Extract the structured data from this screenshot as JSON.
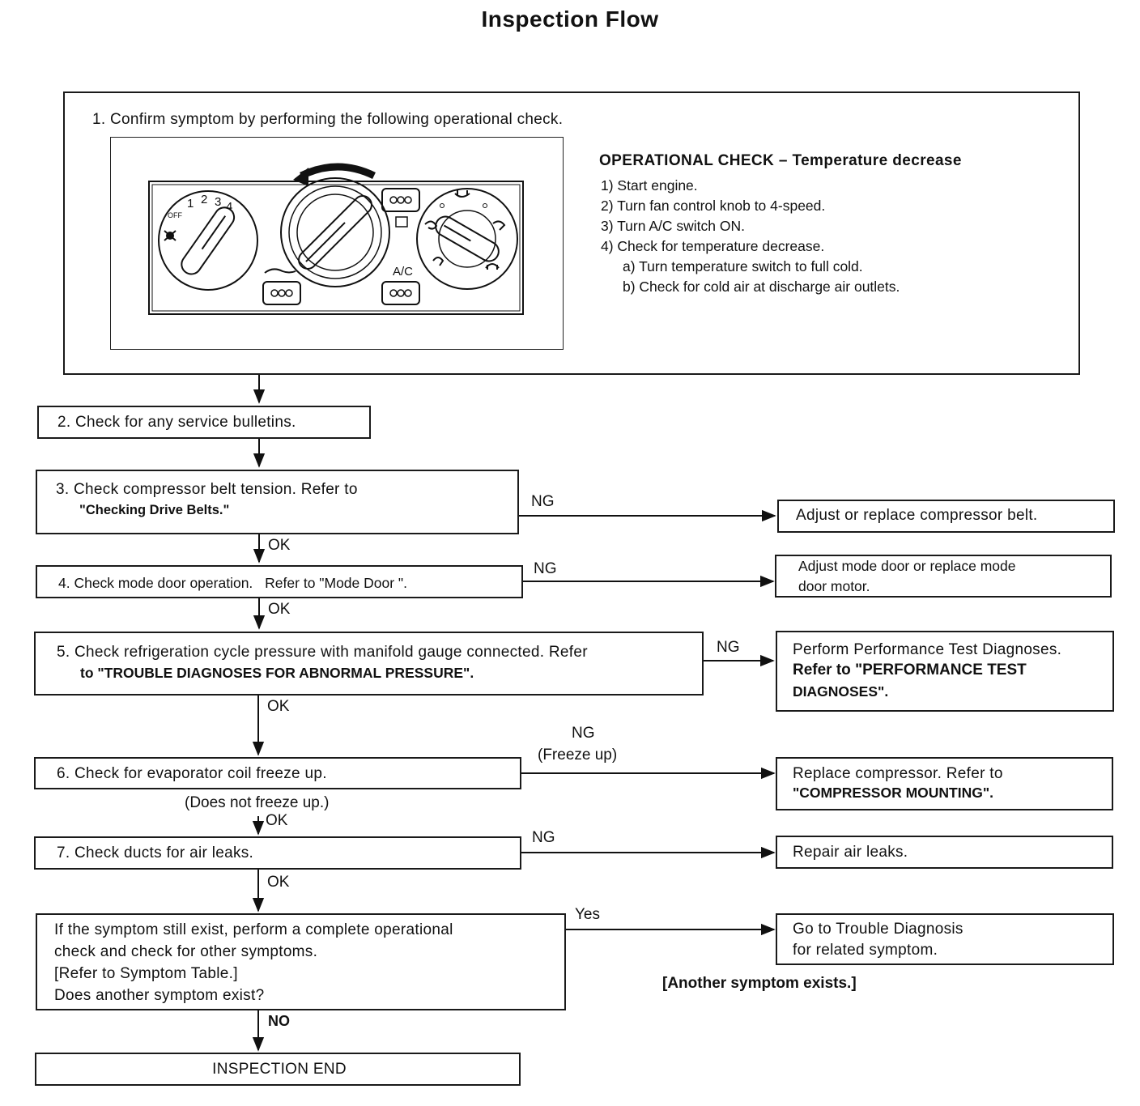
{
  "title": "Inspection Flow",
  "step1": {
    "heading": "1. Confirm symptom by performing the following operational check.",
    "panel": {
      "fan_marks": [
        "OFF",
        "1",
        "2",
        "3",
        "4"
      ],
      "ac_label": "A/C",
      "icons": [
        "fan-icon",
        "recirculation-icon",
        "rear-defrost-icon",
        "vent-icon",
        "bi-level-icon",
        "foot-icon",
        "defrost-icon",
        "rotate-arrow-icon"
      ]
    },
    "op_title": "OPERATIONAL CHECK – Temperature decrease",
    "op_items": [
      "1) Start engine.",
      "2) Turn fan control knob to 4-speed.",
      "3) Turn A/C switch ON.",
      "4) Check for temperature decrease.",
      "a) Turn temperature switch to full cold.",
      "b) Check for cold air at discharge air outlets."
    ]
  },
  "step2": "2. Check for any service bulletins.",
  "step3": {
    "line1": "3. Check compressor belt tension. Refer to",
    "line2": "\"Checking Drive Belts.\""
  },
  "step4": {
    "text": "4. Check mode door operation.",
    "ref": "Refer to \"Mode Door \"."
  },
  "step5": {
    "line1": "5. Check refrigeration cycle pressure with manifold gauge connected. Refer",
    "line2": "to \"TROUBLE DIAGNOSES FOR ABNORMAL PRESSURE\"."
  },
  "step6": "6. Check for evaporator coil freeze up.",
  "step7": "7. Check ducts for air leaks.",
  "step8": {
    "lines": [
      "If the symptom still exist, perform a complete operational",
      "check and check for other symptoms.",
      "[Refer to Symptom Table.]",
      "Does another symptom exist?"
    ]
  },
  "end": "INSPECTION END",
  "actions": {
    "a3": "Adjust or replace compressor belt.",
    "a4": {
      "line1": "Adjust mode door or replace mode",
      "line2": "door motor."
    },
    "a5": {
      "line1": "Perform Performance Test Diagnoses.",
      "line2": "Refer to \"PERFORMANCE TEST",
      "line3": "DIAGNOSES\"."
    },
    "a6": {
      "line1": "Replace compressor. Refer to",
      "line2": "\"COMPRESSOR MOUNTING\"."
    },
    "a7": "Repair air leaks.",
    "a8": {
      "line1": "Go to Trouble Diagnosis",
      "line2": "for related symptom."
    }
  },
  "labels": {
    "ng": "NG",
    "ok": "OK",
    "freeze_up": "(Freeze up)",
    "not_freeze": "(Does not freeze up.)",
    "yes": "Yes",
    "no": "NO",
    "another": "[Another symptom exists.]"
  }
}
